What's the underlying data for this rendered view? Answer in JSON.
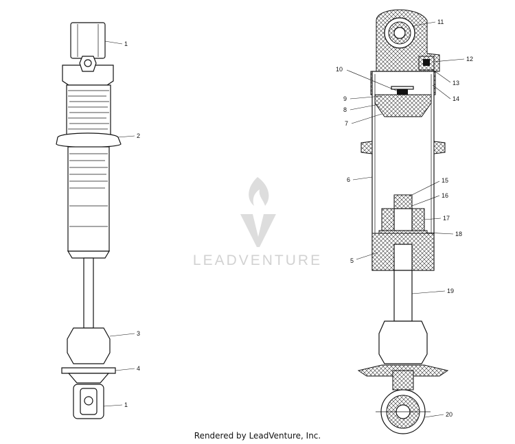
{
  "left_callouts": [
    "1",
    "2",
    "3",
    "4",
    "1"
  ],
  "right_callouts": [
    "11",
    "12",
    "13",
    "14",
    "10",
    "9",
    "8",
    "7",
    "6",
    "15",
    "16",
    "17",
    "18",
    "5",
    "19",
    "20"
  ],
  "watermark": "LEADVENTURE",
  "footer": "Rendered by LeadVenture, Inc."
}
